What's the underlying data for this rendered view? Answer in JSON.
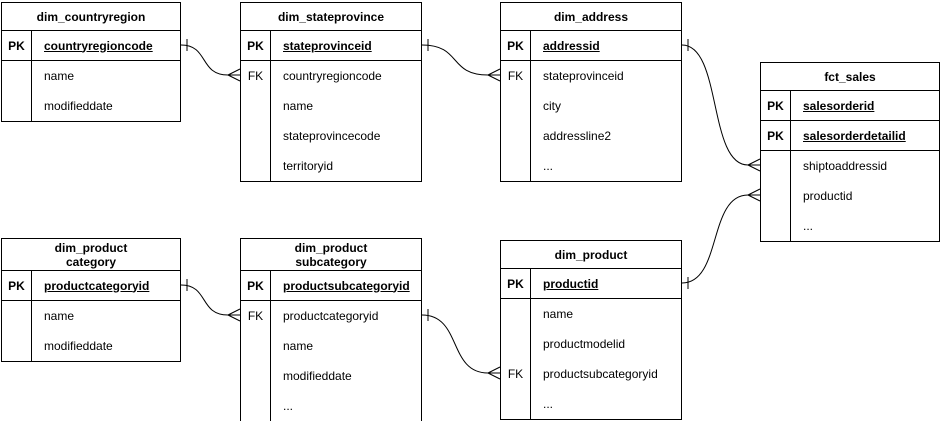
{
  "tables": [
    {
      "name": "dim_countryregion",
      "title": "dim_countryregion",
      "rows": [
        {
          "key": "PK",
          "attr": "countryregioncode"
        },
        {
          "key": "",
          "attr": "name"
        },
        {
          "key": "",
          "attr": "modifieddate"
        }
      ]
    },
    {
      "name": "dim_stateprovince",
      "title": "dim_stateprovince",
      "rows": [
        {
          "key": "PK",
          "attr": "stateprovinceid"
        },
        {
          "key": "FK",
          "attr": "countryregioncode"
        },
        {
          "key": "",
          "attr": "name"
        },
        {
          "key": "",
          "attr": "stateprovincecode"
        },
        {
          "key": "",
          "attr": "territoryid"
        }
      ]
    },
    {
      "name": "dim_address",
      "title": "dim_address",
      "rows": [
        {
          "key": "PK",
          "attr": "addressid"
        },
        {
          "key": "FK",
          "attr": "stateprovinceid"
        },
        {
          "key": "",
          "attr": "city"
        },
        {
          "key": "",
          "attr": "addressline2"
        },
        {
          "key": "",
          "attr": "..."
        }
      ]
    },
    {
      "name": "fct_sales",
      "title": "fct_sales",
      "rows": [
        {
          "key": "PK",
          "attr": "salesorderid"
        },
        {
          "key": "PK",
          "attr": "salesorderdetailid"
        },
        {
          "key": "",
          "attr": "shiptoaddressid"
        },
        {
          "key": "",
          "attr": "productid"
        },
        {
          "key": "",
          "attr": "..."
        }
      ]
    },
    {
      "name": "dim_productcategory",
      "title": "dim_product\ncategory",
      "rows": [
        {
          "key": "PK",
          "attr": "productcategoryid"
        },
        {
          "key": "",
          "attr": "name"
        },
        {
          "key": "",
          "attr": "modifieddate"
        }
      ]
    },
    {
      "name": "dim_productsubcategory",
      "title": "dim_product\nsubcategory",
      "rows": [
        {
          "key": "PK",
          "attr": "productsubcategoryid"
        },
        {
          "key": "FK",
          "attr": "productcategoryid"
        },
        {
          "key": "",
          "attr": "name"
        },
        {
          "key": "",
          "attr": "modifieddate"
        },
        {
          "key": "",
          "attr": "..."
        }
      ]
    },
    {
      "name": "dim_product",
      "title": "dim_product",
      "rows": [
        {
          "key": "PK",
          "attr": "productid"
        },
        {
          "key": "",
          "attr": "name"
        },
        {
          "key": "",
          "attr": "productmodelid"
        },
        {
          "key": "FK",
          "attr": "productsubcategoryid"
        },
        {
          "key": "",
          "attr": "..."
        }
      ]
    }
  ],
  "relationships": [
    {
      "from_table": "dim_countryregion",
      "from_column": "countryregioncode",
      "to_table": "dim_stateprovince",
      "to_column": "countryregioncode",
      "cardinality": "one-to-many"
    },
    {
      "from_table": "dim_stateprovince",
      "from_column": "stateprovinceid",
      "to_table": "dim_address",
      "to_column": "stateprovinceid",
      "cardinality": "one-to-many"
    },
    {
      "from_table": "dim_address",
      "from_column": "addressid",
      "to_table": "fct_sales",
      "to_column": "shiptoaddressid",
      "cardinality": "one-to-many"
    },
    {
      "from_table": "dim_product",
      "from_column": "productid",
      "to_table": "fct_sales",
      "to_column": "productid",
      "cardinality": "one-to-many"
    },
    {
      "from_table": "dim_productcategory",
      "from_column": "productcategoryid",
      "to_table": "dim_productsubcategory",
      "to_column": "productcategoryid",
      "cardinality": "one-to-many"
    },
    {
      "from_table": "dim_productsubcategory",
      "from_column": "productsubcategoryid",
      "to_table": "dim_product",
      "to_column": "productsubcategoryid",
      "cardinality": "one-to-many"
    }
  ],
  "colors": {
    "line": "#000000",
    "text": "#000000",
    "background": "#ffffff"
  }
}
